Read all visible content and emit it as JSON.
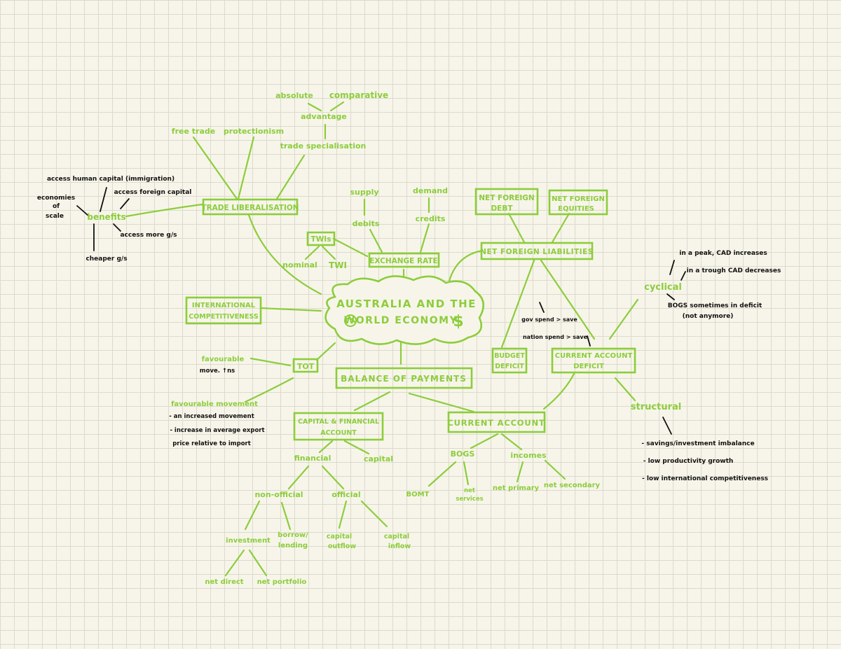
{
  "colors": {
    "accent": "#8ccd3c",
    "ink": "#111111",
    "paper": "#f7f5e9",
    "grid": "#dcdacd"
  },
  "center": {
    "line1": "AUSTRALIA AND THE",
    "line2": "WORLD ECONOMY",
    "dollar": "$"
  },
  "trade": {
    "title": "TRADE LIBERALISATION",
    "free_trade": "free trade",
    "protectionism": "protectionism",
    "trade_specialisation": "trade specialisation",
    "advantage": "advantage",
    "absolute": "absolute",
    "comparative": "comparative",
    "benefits": "benefits",
    "economies_l1": "economies",
    "economies_l2": "of",
    "economies_l3": "scale",
    "access_human_capital": "access human capital (immigration)",
    "access_foreign_capital": "access foreign capital",
    "access_more_gs": "access more g/s",
    "cheaper_gs": "cheaper g/s"
  },
  "international": {
    "line1": "INTERNATIONAL",
    "line2": "COMPETITIVENESS"
  },
  "exchange": {
    "title": "EXCHANGE RATE",
    "supply": "supply",
    "demand": "demand",
    "debits": "debits",
    "credits": "credits",
    "twis": "TWIs",
    "nominal": "nominal",
    "twi": "TWI"
  },
  "nfl": {
    "title": "NET FOREIGN LIABILITIES",
    "debt_l1": "NET FOREIGN",
    "debt_l2": "DEBT",
    "equities_l1": "NET FOREIGN",
    "equities_l2": "EQUITIES"
  },
  "deficits": {
    "budget_l1": "BUDGET",
    "budget_l2": "DEFICIT",
    "cad_l1": "CURRENT ACCOUNT",
    "cad_l2": "DEFICIT",
    "gov_spend": "gov spend > save",
    "nation_spend": "nation spend > save"
  },
  "cyclical": {
    "title": "cyclical",
    "peak": "in a peak, CAD increases",
    "trough": "in a trough CAD decreases",
    "bogs_l1": "BOGS sometimes in deficit",
    "bogs_l2": "(not anymore)"
  },
  "structural": {
    "title": "structural",
    "item1": "- savings/investment imbalance",
    "item2": "- low productivity growth",
    "item3": "- low international competitiveness"
  },
  "tot": {
    "title": "TOT",
    "favourable_l1": "favourable",
    "favourable_l2": "move. ↑ns",
    "movement": "favourable movement",
    "b1": "- an increased movement",
    "b2_l1": "- increase in average export",
    "b2_l2": "price relative to import"
  },
  "bop": {
    "title": "BALANCE OF PAYMENTS"
  },
  "caa": {
    "title_l1": "CAPITAL & FINANCIAL",
    "title_l2": "ACCOUNT",
    "financial": "financial",
    "capital": "capital",
    "non_official": "non-official",
    "official": "official",
    "borrow_l1": "borrow/",
    "borrow_l2": "lending",
    "investment": "investment",
    "net_direct": "net direct",
    "net_portfolio": "net portfolio",
    "cap_out_l1": "capital",
    "cap_out_l2": "outflow",
    "cap_in_l1": "capital",
    "cap_in_l2": "inflow"
  },
  "ca": {
    "title": "CURRENT ACCOUNT",
    "bogs": "BOGS",
    "incomes": "incomes",
    "bomt": "BOMT",
    "net_services_l1": "net",
    "net_services_l2": "services",
    "net_primary": "net primary",
    "net_secondary": "net secondary"
  }
}
